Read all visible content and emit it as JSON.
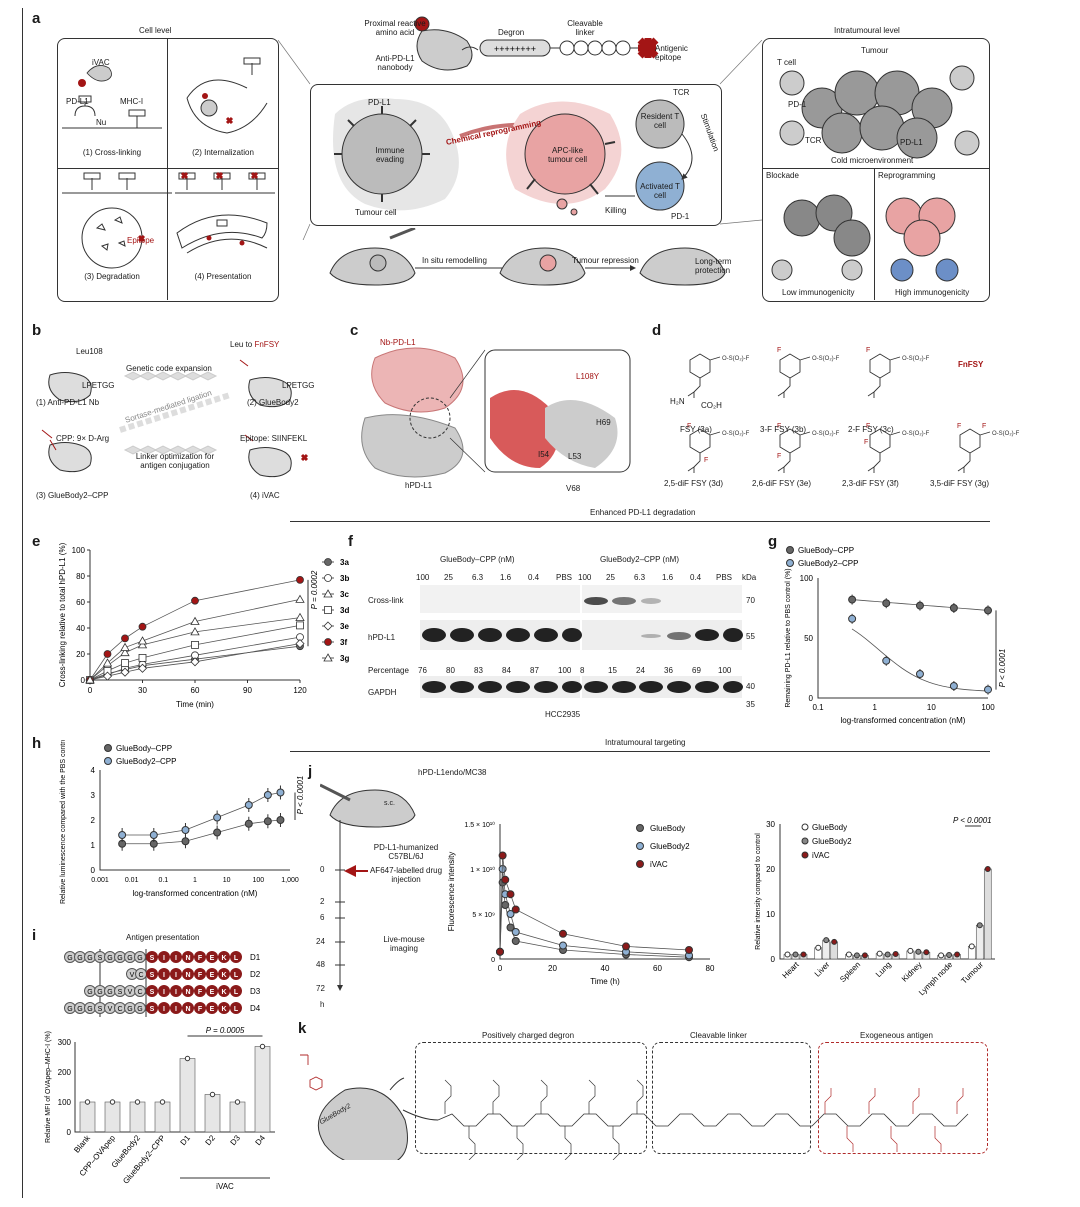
{
  "panels": {
    "a": {
      "label": "a",
      "cell_level": "Cell level",
      "ivac": "iVAC",
      "pdl1": "PD-L1",
      "mhc": "MHC-I",
      "nu": "Nu",
      "c1": "(1) Cross-linking",
      "c2": "(2) Internalization",
      "c3": "(3) Degradation",
      "c4": "(4) Presentation",
      "epitope": "Epitope",
      "top": {
        "proximal": "Proximal reactive amino acid",
        "degron": "Degron",
        "cleavable": "Cleavable linker",
        "antigenic": "Antigenic epitope",
        "nanobody": "Anti-PD-L1 nanobody"
      },
      "center": {
        "pdl1": "PD-L1",
        "immune": "Immune evading",
        "tumour_cell": "Tumour cell",
        "chem": "Chemical reprogramming",
        "apc": "APC-like tumour cell",
        "tcr": "TCR",
        "resident": "Resident T cell",
        "stim": "Stimulation",
        "activated": "Activated T cell",
        "killing": "Killing",
        "pd1": "PD-1"
      },
      "mice": {
        "insitu": "In situ remodelling",
        "repression": "Tumour repression",
        "longterm": "Long-term protection"
      },
      "intra": {
        "title": "Intratumoural level",
        "tcell": "T cell",
        "tumour": "Tumour",
        "pd1": "PD-1",
        "tcr": "TCR",
        "pdl1": "PD-L1",
        "cold": "Cold microenvironment",
        "blockade": "Blockade",
        "reprogramming": "Reprogramming",
        "low": "Low immunogenicity",
        "high": "High immunogenicity"
      }
    },
    "b": {
      "label": "b",
      "leu108": "Leu108",
      "lpetgg": "LPETGG",
      "gce": "Genetic code expansion",
      "leu_to": "Leu to ",
      "fnfsy": "FnFSY",
      "sortase": "Sortase-mediated ligation",
      "n1": "(1) Anti-PD-L1 Nb",
      "n2": "(2) GlueBody2",
      "cpp": "CPP: 9× D-Arg",
      "linker": "Linker optimization for antigen conjugation",
      "epi": "Epitope: SIINFEKL",
      "n3": "(3) GlueBody2–CPP",
      "n4": "(4) iVAC",
      "plus": "+++"
    },
    "c": {
      "label": "c",
      "nb": "Nb-PD-L1",
      "hpd": "hPD-L1",
      "l108y": "L108Y",
      "i54": "I54",
      "l53": "L53",
      "h69": "H69",
      "v68": "V68"
    },
    "d": {
      "label": "d",
      "fnfsy": "FnFSY",
      "items": [
        "FSY (3a)",
        "3-F FSY (3b)",
        "2-F FSY (3c)",
        "2,5-diF FSY (3d)",
        "2,6-diF FSY (3e)",
        "2,3-diF FSY (3f)",
        "3,5-diF FSY (3g)"
      ],
      "nh2": "H₂N",
      "co2h": "CO₂H"
    },
    "enhanced": "Enhanced PD-L1 degradation",
    "intratumoural": "Intratumoural targeting",
    "f": {
      "label": "f",
      "g1": "GlueBody–CPP (nM)",
      "g2": "GlueBody2–CPP (nM)",
      "conc": [
        "100",
        "25",
        "6.3",
        "1.6",
        "0.4",
        "PBS"
      ],
      "kda": "kDa",
      "rows": [
        "Cross-link",
        "hPD-L1",
        "Percentage",
        "GAPDH"
      ],
      "pct1": [
        "76",
        "80",
        "83",
        "84",
        "87",
        "100"
      ],
      "pct2": [
        "8",
        "15",
        "24",
        "36",
        "69",
        "100"
      ],
      "mw": [
        "70",
        "55",
        "40",
        "35"
      ],
      "cell": "HCC2935"
    },
    "i": {
      "label": "i",
      "title": "Antigen presentation",
      "rows": [
        "D1",
        "D2",
        "D3",
        "D4"
      ],
      "pval": "P = 0.0005",
      "ylabel": "Relative MFI of OVApep–MHC-I (%)",
      "cats": [
        "Blank",
        "CPP–OVApep",
        "GlueBody2",
        "GlueBody2–CPP",
        "D1",
        "D2",
        "D3",
        "D4"
      ],
      "ivac": "iVAC",
      "ticks": [
        "0",
        "100",
        "200",
        "300"
      ]
    },
    "j": {
      "label": "j",
      "mouse": "hPD-L1endo/MC38",
      "sc": "s.c.",
      "info1": "PD-L1-humanized C57BL/6J",
      "info2": "AF647-labelled drug injection",
      "info3": "Live-mouse imaging",
      "times": [
        "0",
        "2",
        "6",
        "24",
        "48",
        "72",
        "h"
      ]
    },
    "k": {
      "label": "k",
      "degron": "Positively charged degron",
      "cleavable": "Cleavable linker",
      "antigen": "Exogeneous antigen",
      "gb2": "GlueBody2"
    }
  },
  "chart_data": [
    {
      "id": "e",
      "type": "line",
      "xlabel": "Time (min)",
      "ylabel": "Cross-linking relative to total hPD-L1 (%)",
      "xlim": [
        0,
        120
      ],
      "ylim": [
        0,
        100
      ],
      "xticks": [
        0,
        30,
        60,
        90,
        120
      ],
      "yticks": [
        0,
        20,
        40,
        60,
        80,
        100
      ],
      "pval": "P = 0.0002",
      "x": [
        0,
        10,
        20,
        30,
        60,
        120
      ],
      "series": [
        {
          "name": "3a",
          "color": "#666666",
          "marker": "circle",
          "values": [
            0,
            5,
            8,
            11,
            16,
            26
          ]
        },
        {
          "name": "3b",
          "color": "#ffffff",
          "marker": "circle",
          "values": [
            0,
            4,
            9,
            12,
            19,
            33
          ]
        },
        {
          "name": "3c",
          "color": "#ffffff",
          "marker": "triangle",
          "values": [
            0,
            11,
            21,
            27,
            37,
            48
          ]
        },
        {
          "name": "3d",
          "color": "#ffffff",
          "marker": "square",
          "values": [
            0,
            7,
            13,
            17,
            27,
            42
          ]
        },
        {
          "name": "3e",
          "color": "#ffffff",
          "marker": "diamond",
          "values": [
            0,
            3,
            6,
            9,
            14,
            28
          ]
        },
        {
          "name": "3f",
          "color": "#a31515",
          "marker": "circle",
          "values": [
            0,
            20,
            32,
            41,
            61,
            77
          ]
        },
        {
          "name": "3g",
          "color": "#ffffff",
          "marker": "triangle",
          "values": [
            0,
            13,
            25,
            30,
            45,
            62
          ]
        }
      ]
    },
    {
      "id": "g",
      "type": "line",
      "xscale": "log",
      "xlabel": "log-transformed concentration (nM)",
      "ylabel": "Remaining PD-L1 relative to PBS control (%)",
      "xlim": [
        0.1,
        100
      ],
      "ylim": [
        0,
        100
      ],
      "xticks": [
        "0.1",
        "1",
        "10",
        "100"
      ],
      "yticks": [
        0,
        50,
        100
      ],
      "pval": "P < 0.0001",
      "x": [
        0.4,
        1.6,
        6.3,
        25,
        100
      ],
      "series": [
        {
          "name": "GlueBody–CPP",
          "color": "#666666",
          "values": [
            82,
            79,
            77,
            75,
            73
          ]
        },
        {
          "name": "GlueBody2–CPP",
          "color": "#8fb0d3",
          "values": [
            66,
            31,
            20,
            10,
            7
          ]
        }
      ]
    },
    {
      "id": "h",
      "type": "line",
      "xscale": "log",
      "xlabel": "log-transformed concentration (nM)",
      "ylabel": "Relative luminescence compared with the PBS control",
      "xlim": [
        0.001,
        1000
      ],
      "ylim": [
        0,
        4
      ],
      "xticks": [
        "0.001",
        "0.01",
        "0.1",
        "1",
        "10",
        "100",
        "1,000"
      ],
      "yticks": [
        0,
        1,
        2,
        3,
        4
      ],
      "pval": "P < 0.0001",
      "x": [
        0.005,
        0.05,
        0.5,
        5,
        50,
        200,
        500
      ],
      "series": [
        {
          "name": "GlueBody–CPP",
          "color": "#666666",
          "values": [
            1.05,
            1.05,
            1.15,
            1.5,
            1.85,
            1.95,
            2.0
          ]
        },
        {
          "name": "GlueBody2–CPP",
          "color": "#8fb0d3",
          "values": [
            1.4,
            1.4,
            1.6,
            2.1,
            2.6,
            3.0,
            3.1
          ]
        }
      ]
    },
    {
      "id": "j1",
      "type": "line",
      "xlabel": "Time (h)",
      "ylabel": "Fluorescence intensity",
      "xlim": [
        0,
        80
      ],
      "ylim": [
        0,
        1.5
      ],
      "yunit": "×10^10",
      "xticks": [
        0,
        20,
        40,
        60,
        80
      ],
      "yticks": [
        "0",
        "5 × 10⁹",
        "1 × 10¹⁰",
        "1.5 × 10¹⁰"
      ],
      "x": [
        0,
        1,
        2,
        4,
        6,
        24,
        48,
        72
      ],
      "series": [
        {
          "name": "GlueBody",
          "color": "#666666",
          "values": [
            0.08,
            0.85,
            0.6,
            0.35,
            0.2,
            0.1,
            0.05,
            0.02
          ]
        },
        {
          "name": "GlueBody2",
          "color": "#8fb0d3",
          "values": [
            0.08,
            1.0,
            0.72,
            0.5,
            0.3,
            0.15,
            0.08,
            0.04
          ]
        },
        {
          "name": "iVAC",
          "color": "#8b1a1a",
          "values": [
            0.08,
            1.15,
            0.88,
            0.72,
            0.55,
            0.28,
            0.14,
            0.1
          ]
        }
      ]
    },
    {
      "id": "j2",
      "type": "bar",
      "xlabel": "",
      "ylabel": "Relative intensity compared to control",
      "ylim": [
        0,
        30
      ],
      "yticks": [
        0,
        10,
        20,
        30
      ],
      "pval": "P < 0.0001",
      "categories": [
        "Heart",
        "Liver",
        "Spleen",
        "Lung",
        "Kidney",
        "Lymph node",
        "Tumour"
      ],
      "series": [
        {
          "name": "GlueBody",
          "color": "#ffffff",
          "values": [
            1,
            2.5,
            1,
            1.2,
            1.8,
            0.8,
            2.8
          ]
        },
        {
          "name": "GlueBody2",
          "color": "#888888",
          "values": [
            1,
            4.2,
            0.8,
            1,
            1.6,
            0.9,
            7.5
          ]
        },
        {
          "name": "iVAC",
          "color": "#8b1a1a",
          "values": [
            1,
            3.8,
            0.8,
            1.1,
            1.5,
            1,
            20
          ]
        }
      ]
    },
    {
      "id": "i",
      "type": "bar",
      "ylabel": "Relative MFI of OVApep–MHC-I (%)",
      "ylim": [
        0,
        300
      ],
      "categories": [
        "Blank",
        "CPP–OVApep",
        "GlueBody2",
        "GlueBody2–CPP",
        "D1",
        "D2",
        "D3",
        "D4"
      ],
      "values": [
        100,
        100,
        100,
        100,
        245,
        125,
        100,
        285
      ]
    }
  ]
}
